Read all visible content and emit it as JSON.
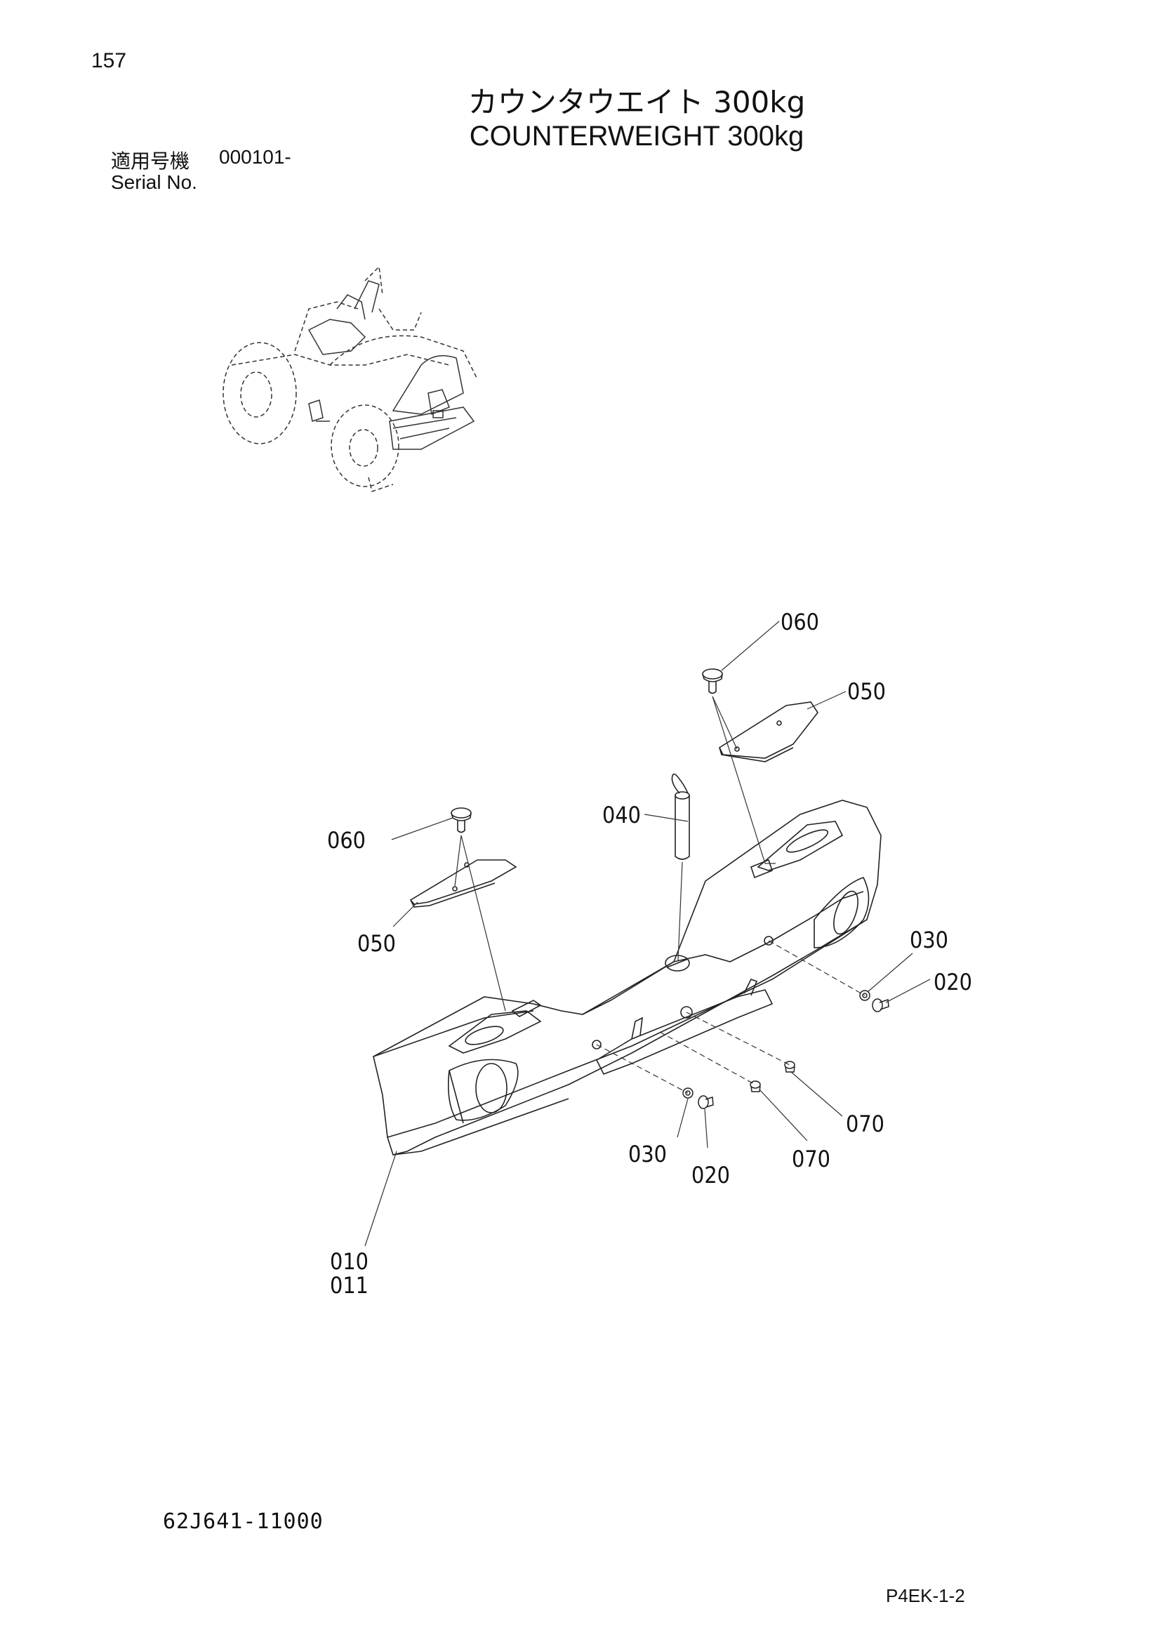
{
  "header": {
    "page_number": "157",
    "title_jp": "カウンタウエイト 300kg",
    "title_en": "COUNTERWEIGHT 300kg",
    "serial_label_jp": "適用号機",
    "serial_value": "000101-",
    "serial_label_en": "Serial No."
  },
  "callouts": {
    "c060_top": "060",
    "c050_top": "050",
    "c040": "040",
    "c060_left": "060",
    "c050_left": "050",
    "c030_right": "030",
    "c020_right": "020",
    "c070_right": "070",
    "c070_mid": "070",
    "c030_bottom": "030",
    "c020_bottom": "020",
    "c010": "010",
    "c011": "011"
  },
  "footer": {
    "part_code": "62J641-11000",
    "page_ref": "P4EK-1-2"
  }
}
